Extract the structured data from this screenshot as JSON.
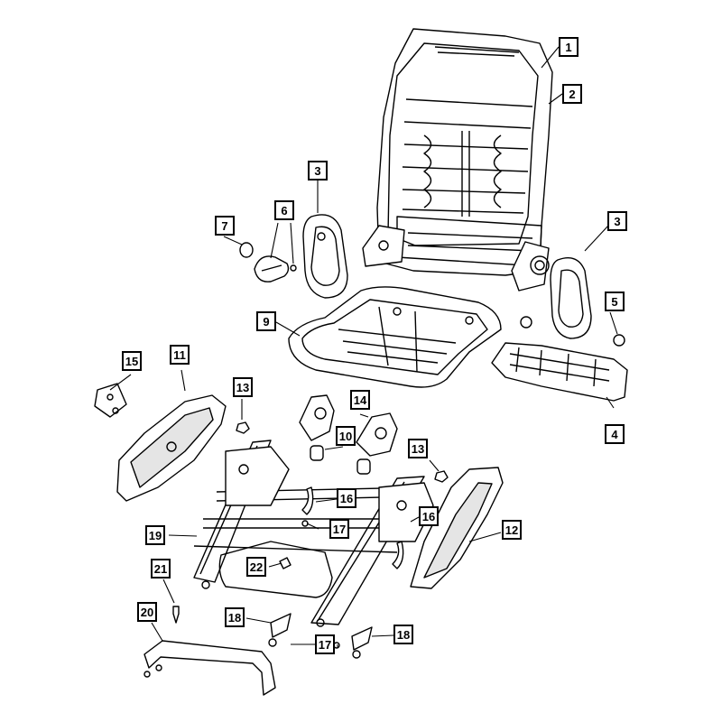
{
  "callouts": {
    "c1": "1",
    "c2": "2",
    "c3a": "3",
    "c3b": "3",
    "c4": "4",
    "c5": "5",
    "c6": "6",
    "c7": "7",
    "c9": "9",
    "c10": "10",
    "c11": "11",
    "c12": "12",
    "c13a": "13",
    "c13b": "13",
    "c14": "14",
    "c15": "15",
    "c16a": "16",
    "c16b": "16",
    "c17a": "17",
    "c17b": "17",
    "c18a": "18",
    "c18b": "18",
    "c19": "19",
    "c20": "20",
    "c21": "21",
    "c22": "22"
  },
  "colors": {
    "line": "#000000",
    "fill": "#ffffff",
    "shade": "#d9d9d9"
  }
}
